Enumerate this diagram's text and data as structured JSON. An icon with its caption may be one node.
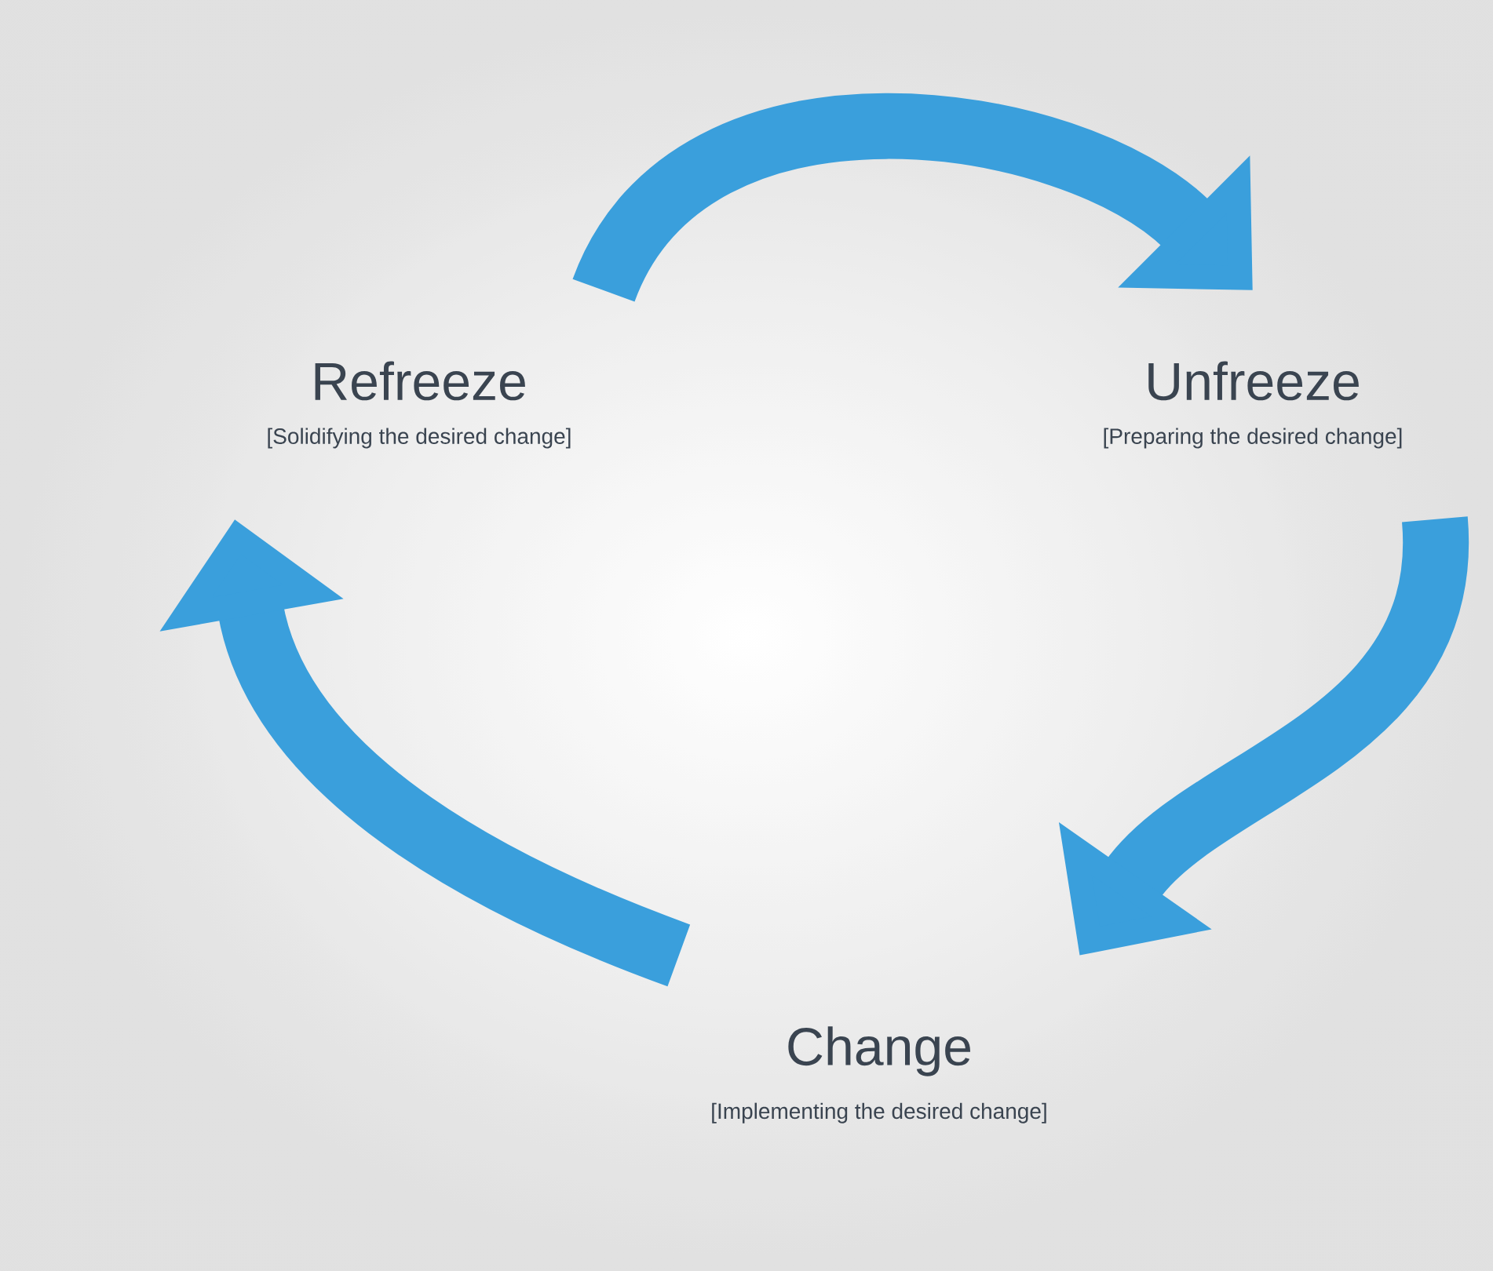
{
  "diagram": {
    "nodes": [
      {
        "text": [
          "Unfreeze",
          "[Preparing the desired change]"
        ]
      },
      {
        "text": [
          "Change",
          "[Implementing the desired change]"
        ]
      },
      {
        "text": [
          "Refreeze",
          "[Solidifying the desired change]"
        ]
      }
    ],
    "edges": [
      {
        "from": 2,
        "to": 0,
        "arrow": "to"
      },
      {
        "from": 0,
        "to": 1,
        "arrow": "to"
      },
      {
        "from": 1,
        "to": 2,
        "arrow": "to"
      }
    ]
  }
}
